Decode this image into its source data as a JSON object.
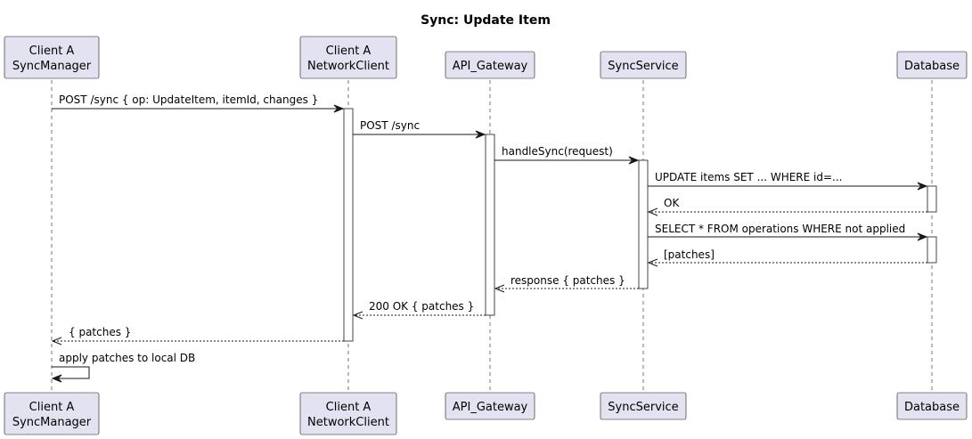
{
  "title": "Sync: Update Item",
  "participants": [
    {
      "id": "syncmanager",
      "line1": "Client A",
      "line2": "SyncManager"
    },
    {
      "id": "networkclient",
      "line1": "Client A",
      "line2": "NetworkClient"
    },
    {
      "id": "gateway",
      "line1": "API_Gateway"
    },
    {
      "id": "syncservice",
      "line1": "SyncService"
    },
    {
      "id": "database",
      "line1": "Database"
    }
  ],
  "messages": [
    {
      "from": "syncmanager",
      "to": "networkclient",
      "label": "POST /sync { op: UpdateItem, itemId, changes }",
      "style": "solid"
    },
    {
      "from": "networkclient",
      "to": "gateway",
      "label": "POST /sync",
      "style": "solid"
    },
    {
      "from": "gateway",
      "to": "syncservice",
      "label": "handleSync(request)",
      "style": "solid"
    },
    {
      "from": "syncservice",
      "to": "database",
      "label": "UPDATE items SET ... WHERE id=...",
      "style": "solid"
    },
    {
      "from": "database",
      "to": "syncservice",
      "label": "OK",
      "style": "dashed"
    },
    {
      "from": "syncservice",
      "to": "database",
      "label": "SELECT * FROM operations WHERE not applied",
      "style": "solid"
    },
    {
      "from": "database",
      "to": "syncservice",
      "label": "[patches]",
      "style": "dashed"
    },
    {
      "from": "syncservice",
      "to": "gateway",
      "label": "response { patches }",
      "style": "dashed"
    },
    {
      "from": "gateway",
      "to": "networkclient",
      "label": "200 OK { patches }",
      "style": "dashed"
    },
    {
      "from": "networkclient",
      "to": "syncmanager",
      "label": "{ patches }",
      "style": "dashed"
    },
    {
      "from": "syncmanager",
      "to": "syncmanager",
      "label": "apply patches to local DB",
      "style": "solid"
    }
  ]
}
